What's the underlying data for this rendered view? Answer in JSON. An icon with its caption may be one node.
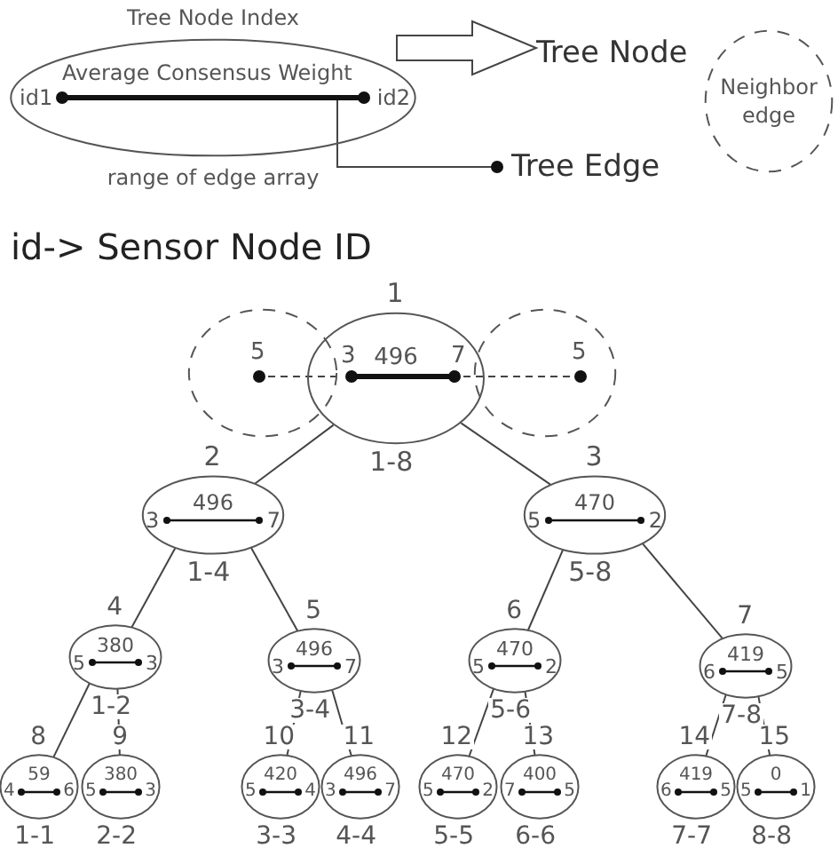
{
  "diagram": {
    "nodes": [
      {
        "text": [
          "Tree Node Index",
          "Average Consensus Weight",
          "id1",
          "id2",
          "range of edge array"
        ]
      },
      {
        "text": [
          "Tree Node"
        ]
      },
      {
        "text": [
          "Tree Edge"
        ]
      },
      {
        "text": [
          "Neighbor edge"
        ]
      },
      {
        "text": [
          "1",
          "3",
          "496",
          "7",
          "1-8"
        ]
      },
      {
        "text": [
          "5"
        ]
      },
      {
        "text": [
          "5"
        ]
      },
      {
        "text": [
          "2",
          "496",
          "3",
          "7",
          "1-4"
        ]
      },
      {
        "text": [
          "3",
          "470",
          "5",
          "2",
          "5-8"
        ]
      },
      {
        "text": [
          "4",
          "380",
          "5",
          "3",
          "1-2"
        ]
      },
      {
        "text": [
          "5",
          "496",
          "3",
          "7",
          "3-4"
        ]
      },
      {
        "text": [
          "6",
          "470",
          "5",
          "2",
          "5-6"
        ]
      },
      {
        "text": [
          "7",
          "419",
          "6",
          "5",
          "7-8"
        ]
      },
      {
        "text": [
          "8",
          "59",
          "4",
          "6",
          "1-1"
        ]
      },
      {
        "text": [
          "9",
          "380",
          "5",
          "3",
          "2-2"
        ]
      },
      {
        "text": [
          "10",
          "420",
          "5",
          "4",
          "3-3"
        ]
      },
      {
        "text": [
          "11",
          "496",
          "3",
          "7",
          "4-4"
        ]
      },
      {
        "text": [
          "12",
          "470",
          "5",
          "2",
          "5-5"
        ]
      },
      {
        "text": [
          "13",
          "400",
          "7",
          "5",
          "6-6"
        ]
      },
      {
        "text": [
          "14",
          "419",
          "6",
          "5",
          "7-7"
        ]
      },
      {
        "text": [
          "15",
          "0",
          "5",
          "1",
          "8-8"
        ]
      }
    ],
    "edges": [
      {
        "from": 0,
        "to": 1,
        "arrow": "to"
      },
      {
        "from": 0,
        "to": 2,
        "arrow": "other"
      },
      {
        "from": 4,
        "to": 7,
        "arrow": "none"
      },
      {
        "from": 4,
        "to": 8,
        "arrow": "none"
      },
      {
        "from": 7,
        "to": 9,
        "arrow": "none"
      },
      {
        "from": 7,
        "to": 10,
        "arrow": "none"
      },
      {
        "from": 8,
        "to": 11,
        "arrow": "none"
      },
      {
        "from": 8,
        "to": 12,
        "arrow": "none"
      },
      {
        "from": 9,
        "to": 13,
        "arrow": "none"
      },
      {
        "from": 9,
        "to": 14,
        "arrow": "none"
      },
      {
        "from": 10,
        "to": 15,
        "arrow": "none"
      },
      {
        "from": 10,
        "to": 16,
        "arrow": "none"
      },
      {
        "from": 11,
        "to": 17,
        "arrow": "none"
      },
      {
        "from": 11,
        "to": 18,
        "arrow": "none"
      },
      {
        "from": 12,
        "to": 19,
        "arrow": "none"
      },
      {
        "from": 12,
        "to": 20,
        "arrow": "none"
      },
      {
        "from": 5,
        "to": 4,
        "arrow": "none",
        "style": "dashed"
      },
      {
        "from": 4,
        "to": 6,
        "arrow": "none",
        "style": "dashed"
      }
    ],
    "labels": [
      "id-> Sensor Node ID"
    ]
  }
}
